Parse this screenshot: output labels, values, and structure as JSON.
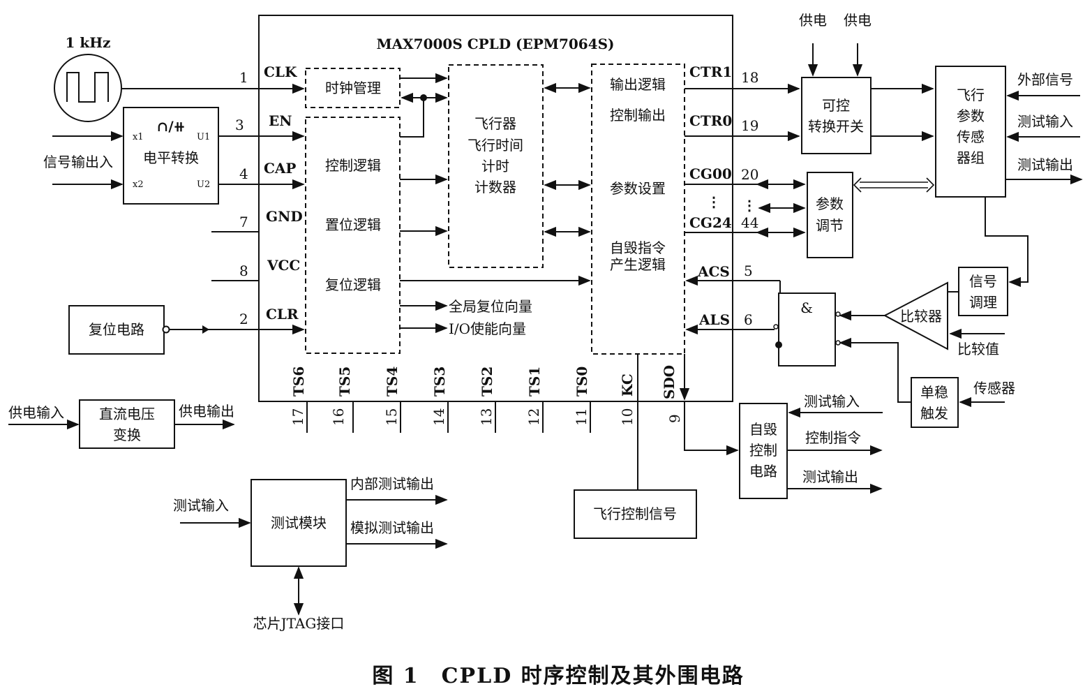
{
  "caption": "图 1　CPLD 时序控制及其外围电路",
  "chip": {
    "title": "MAX7000S  CPLD  (EPM7064S)",
    "left_pins": [
      {
        "num": "1",
        "name": "CLK"
      },
      {
        "num": "3",
        "name": "EN"
      },
      {
        "num": "4",
        "name": "CAP"
      },
      {
        "num": "7",
        "name": "GND"
      },
      {
        "num": "8",
        "name": "VCC"
      },
      {
        "num": "2",
        "name": "CLR"
      }
    ],
    "right_pins": [
      {
        "num": "18",
        "name": "CTR1"
      },
      {
        "num": "19",
        "name": "CTR0"
      },
      {
        "num": "20",
        "name": "CG00"
      },
      {
        "num": "44",
        "name": "CG24"
      },
      {
        "num": "5",
        "name": "ACS"
      },
      {
        "num": "6",
        "name": "ALS"
      }
    ],
    "bottom_pins": [
      {
        "num": "17",
        "name": "TS6"
      },
      {
        "num": "16",
        "name": "TS5"
      },
      {
        "num": "15",
        "name": "TS4"
      },
      {
        "num": "14",
        "name": "TS3"
      },
      {
        "num": "13",
        "name": "TS2"
      },
      {
        "num": "12",
        "name": "TS1"
      },
      {
        "num": "11",
        "name": "TS0"
      },
      {
        "num": "10",
        "name": "KC"
      },
      {
        "num": "9",
        "name": "SDO"
      }
    ],
    "clock_mgmt": "时钟管理",
    "ctrl_logic": "控制逻辑",
    "set_logic": "置位逻辑",
    "reset_logic": "复位逻辑",
    "counter_lines": [
      "飞行器",
      "飞行时间",
      "计时",
      "计数器"
    ],
    "out_logic": "输出逻辑",
    "ctrl_out": "控制输出",
    "param_set": "参数设置",
    "destruct_lines": [
      "自毁指令",
      "产生逻辑"
    ],
    "global_reset": "全局复位向量",
    "io_enable": "I/O使能向量"
  },
  "left": {
    "osc_label": "1 kHz",
    "level_conv": "电平转换",
    "level_symbol": "∩/⧺",
    "x1": "x1",
    "x2": "x2",
    "u1": "U1",
    "u2": "U2",
    "signal_io": "信号输出入",
    "reset_circuit": "复位电路",
    "power_in": "供电输入",
    "dc_conv_lines": [
      "直流电压",
      "变换"
    ],
    "power_out": "供电输出",
    "test_in": "测试输入",
    "test_module": "测试模块",
    "internal_test_out": "内部测试输出",
    "analog_test_out": "模拟测试输出",
    "jtag": "芯片JTAG接口"
  },
  "right": {
    "power1": "供电",
    "power2": "供电",
    "switch_lines": [
      "可控",
      "转换开关"
    ],
    "sensor_lines": [
      "飞行",
      "参数",
      "传感",
      "器组"
    ],
    "ext_signal": "外部信号",
    "test_in": "测试输入",
    "test_out": "测试输出",
    "param_adj_lines": [
      "参数",
      "调节"
    ],
    "signal_cond_lines": [
      "信号",
      "调理"
    ],
    "comparator": "比较器",
    "compare_value": "比较值",
    "and_gate": "&",
    "monostable_lines": [
      "单稳",
      "触发"
    ],
    "sensor": "传感器",
    "destruct_lines": [
      "自毁",
      "控制",
      "电路"
    ],
    "destruct_test_in": "测试输入",
    "ctrl_cmd": "控制指令",
    "destruct_test_out": "测试输出",
    "flight_ctrl": "飞行控制信号",
    "dots": "⋮"
  }
}
